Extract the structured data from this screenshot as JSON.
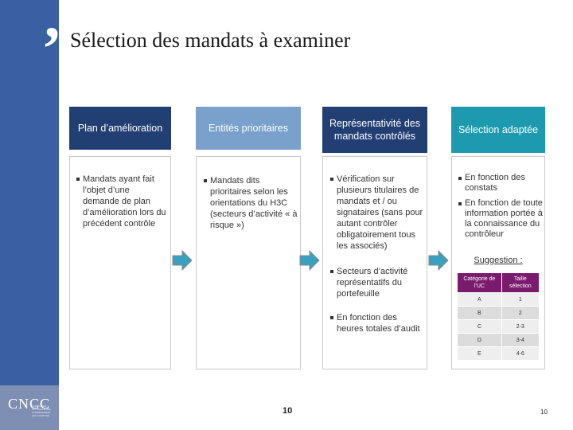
{
  "title": "Sélection des mandats à examiner",
  "logo": {
    "text": "CNCC",
    "subtitle": "COMPAGNIE NATIONALE DES COMMISSAIRES AUX COMPTES"
  },
  "columns": [
    {
      "header": "Plan d’amélioration",
      "bullets": [
        "Mandats ayant fait l’objet d’une demande de plan d’amélioration lors du précédent contrôle"
      ]
    },
    {
      "header": "Entités prioritaires",
      "bullets": [
        "Mandats dits prioritaires selon les orientations du H3C (secteurs d’activité « à risque »)"
      ]
    },
    {
      "header": "Représentativité des mandats contrôlés",
      "bullets": [
        "Vérification sur plusieurs titulaires de mandats et / ou signataires (sans pour autant contrôler obligatoirement tous les associés)",
        "Secteurs d’activité représentatifs du portefeuille",
        "En fonction des heures totales d’audit"
      ]
    },
    {
      "header": "Sélection adaptée",
      "bullets": [
        "En fonction des constats",
        "En fonction de toute information portée à la connaissance du contrôleur"
      ]
    }
  ],
  "suggestion_label": "Suggestion :",
  "selection_table": {
    "headers": [
      "Catégorie de l’UC",
      "Taille sélection"
    ],
    "rows": [
      [
        "A",
        "1"
      ],
      [
        "B",
        "2"
      ],
      [
        "C",
        "2-3"
      ],
      [
        "D",
        "3-4"
      ],
      [
        "E",
        "4-6"
      ]
    ]
  },
  "page_number_center": "10",
  "page_number_right": "10",
  "colors": {
    "sidebar": "#3a5fa3",
    "dark_header": "#223f74",
    "light_header": "#7aa0cc",
    "teal_header": "#1e9ab0",
    "table_header": "#7a1b6e",
    "arrow": "#3aa0c0"
  }
}
